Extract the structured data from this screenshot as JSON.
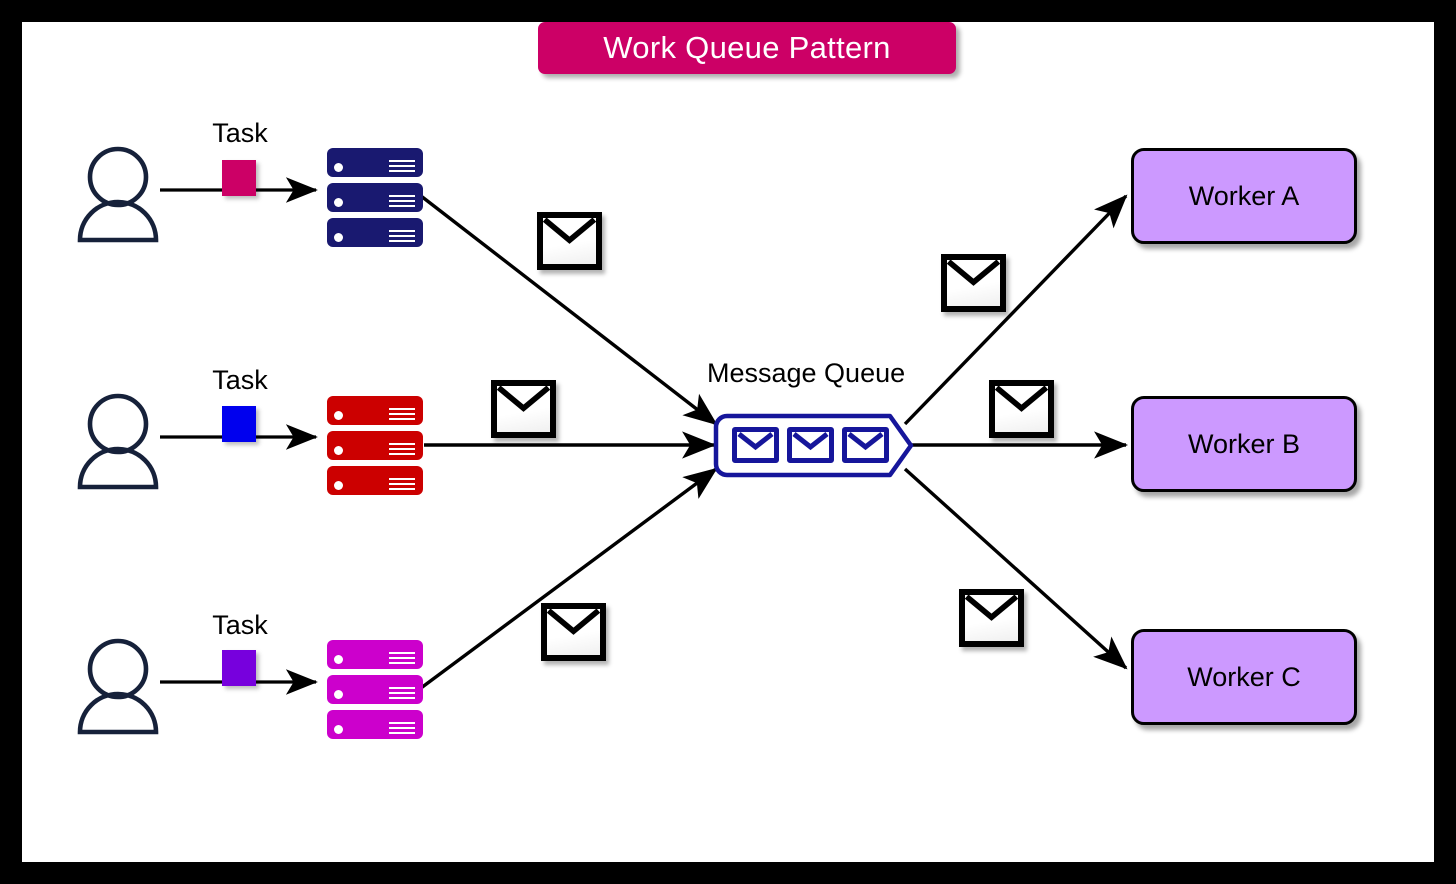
{
  "title": {
    "text": "Work Queue Pattern",
    "banner_color": "#CC0066",
    "text_color": "#FFFFFF"
  },
  "canvas": {
    "background": "#FFFFFF",
    "border_color": "#000000"
  },
  "producers": [
    {
      "id": "producer-1",
      "task_label": "Task",
      "task_color": "#CC0066",
      "server_color": "#191970",
      "person_icon": "person-icon",
      "arrow": "arrow-right-icon"
    },
    {
      "id": "producer-2",
      "task_label": "Task",
      "task_color": "#0000EE",
      "server_color": "#CC0000",
      "person_icon": "person-icon",
      "arrow": "arrow-right-icon"
    },
    {
      "id": "producer-3",
      "task_label": "Task",
      "task_color": "#7700DD",
      "server_color": "#CC00CC",
      "person_icon": "person-icon",
      "arrow": "arrow-right-icon"
    }
  ],
  "queue": {
    "label": "Message Queue",
    "border_color": "#16169B",
    "message_count": 3,
    "message_icon": "envelope-icon"
  },
  "workers": [
    {
      "id": "worker-a",
      "label": "Worker A",
      "color": "#CC99FF"
    },
    {
      "id": "worker-b",
      "label": "Worker B",
      "color": "#CC99FF"
    },
    {
      "id": "worker-c",
      "label": "Worker C",
      "color": "#CC99FF"
    }
  ],
  "floating_messages": [
    {
      "id": "msg-in-1",
      "icon": "envelope-icon"
    },
    {
      "id": "msg-in-2",
      "icon": "envelope-icon"
    },
    {
      "id": "msg-in-3",
      "icon": "envelope-icon"
    },
    {
      "id": "msg-out-1",
      "icon": "envelope-icon"
    },
    {
      "id": "msg-out-2",
      "icon": "envelope-icon"
    },
    {
      "id": "msg-out-3",
      "icon": "envelope-icon"
    }
  ]
}
